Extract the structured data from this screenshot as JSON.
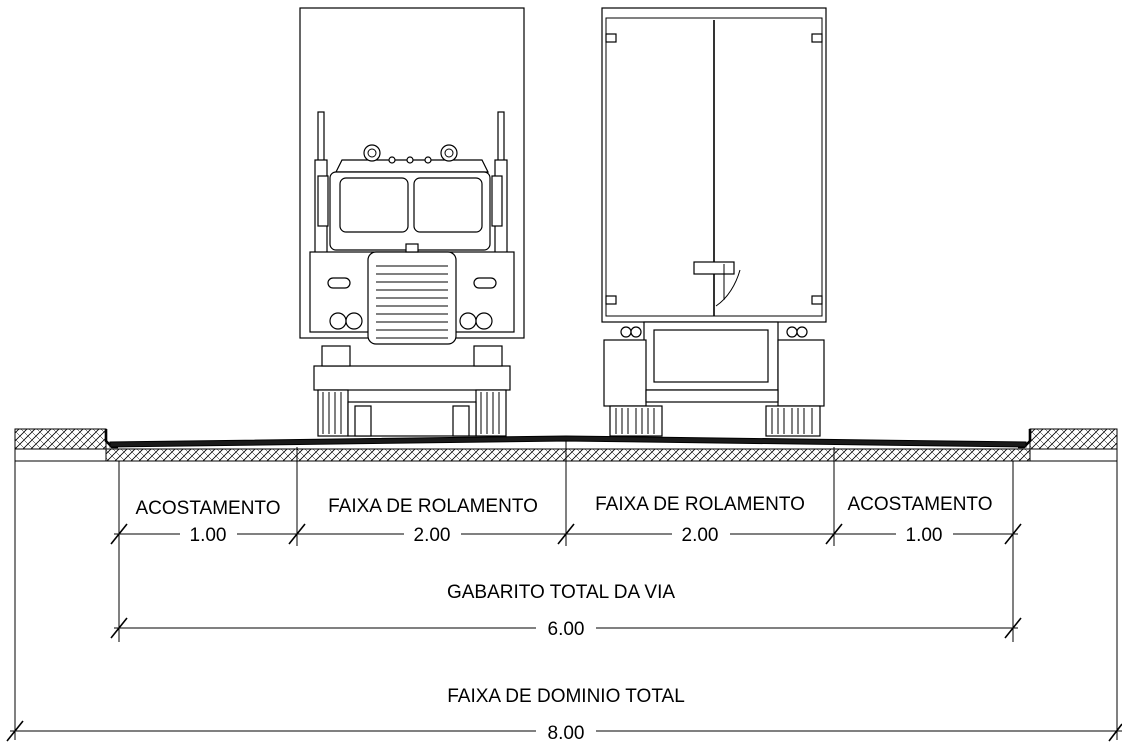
{
  "labels": {
    "shoulder_left": "ACOSTAMENTO",
    "lane_left": "FAIXA DE ROLAMENTO",
    "lane_right": "FAIXA DE ROLAMENTO",
    "shoulder_right": "ACOSTAMENTO",
    "roadway_total": "GABARITO TOTAL DA VIA",
    "right_of_way_total": "FAIXA DE DOMINIO TOTAL"
  },
  "dimensions": {
    "shoulder_left": "1.00",
    "lane_left": "2.00",
    "lane_right": "2.00",
    "shoulder_right": "1.00",
    "roadway_total": "6.00",
    "right_of_way_total": "8.00"
  },
  "colors": {
    "line": "#000000",
    "hatch": "#000000",
    "background": "#ffffff"
  }
}
